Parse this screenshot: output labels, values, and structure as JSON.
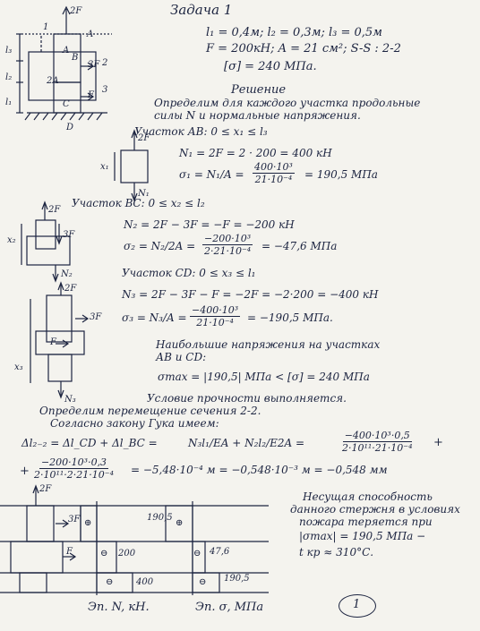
{
  "header": {
    "title": "Задача 1",
    "given_line1": "l₁ = 0,4м; l₂ = 0,3м; l₃ = 0,5м",
    "given_line2": "F = 200кН; A = 21 см²; S-S : 2-2",
    "allowed_stress": "[σ] = 240 МПа."
  },
  "solution": {
    "heading": "Решение",
    "intro1": "Определим для каждого участка продольные",
    "intro2": "силы N и нормальные напряжения.",
    "sec_ab": "Участок АВ: 0 ≤ x₁ ≤ l₃",
    "n1": "N₁ = 2F = 2 · 200 = 400 кН",
    "s1_lhs": "σ₁ = N₁/A =",
    "s1_num": "400·10³",
    "s1_den": "21·10⁻⁴",
    "s1_res": "= 190,5 МПа",
    "sec_bc": "Участок ВС: 0 ≤ x₂ ≤ l₂",
    "n2": "N₂ = 2F − 3F = −F = −200 кН",
    "s2_lhs": "σ₂ = N₂/2A =",
    "s2_num": "−200·10³",
    "s2_den": "2·21·10⁻⁴",
    "s2_res": "= −47,6 МПа",
    "sec_cd": "Участок CD: 0 ≤ x₃ ≤ l₁",
    "n3": "N₃ = 2F − 3F − F = −2F = −2·200 = −400 кН",
    "s3_lhs": "σ₃ = N₃/A =",
    "s3_num": "−400·10³",
    "s3_den": "21·10⁻⁴",
    "s3_res": "= −190,5 МПа.",
    "max1": "Наибольшие напряжения на участках",
    "max2": "АВ и СD:",
    "max3": "σmax = |190,5| МПа < [σ] = 240 МПа",
    "strength": "Условие прочности выполняется.",
    "disp1": "Определим перемещение сечения 2-2.",
    "disp2": "Согласно закону Гука имеем:",
    "dl_lhs": "Δl₂₋₂ = Δl_CD + Δl_BC =",
    "dl_mid": "N₃l₁/EA + N₂l₂/E2A =",
    "dl_num": "−400·10³·0,5",
    "dl_den": "2·10¹¹·21·10⁻⁴",
    "dl2_num": "−200·10³·0,3",
    "dl2_den": "2·10¹¹·2·21·10⁻⁴",
    "dl2_res": "= −5,48·10⁻⁴ м = −0,548·10⁻³ м = −0,548 мм",
    "note1": "Несущая способность",
    "note2": "данного стержня в условиях",
    "note3": "пожара теряется при",
    "note4": "|σmax| = 190,5 МПа −",
    "note5": "t кр ≈ 310°С.",
    "ep_n": "Эп. N, кН.",
    "ep_s": "Эп. σ, МПа",
    "page_no": "1"
  },
  "labels": {
    "f2": "2F",
    "f3": "3F",
    "f1": "F",
    "a": "A",
    "a2": "2A",
    "ptA": "A",
    "ptB": "B",
    "ptC": "C",
    "ptD": "D",
    "sec1": "1",
    "sec2": "2",
    "sec3": "3",
    "l1": "l₁",
    "l2": "l₂",
    "l3": "l₃",
    "x1": "x₁",
    "x2": "x₂",
    "x3": "x₃",
    "N1": "N₁",
    "N2": "N₂",
    "N3": "N₃",
    "ep_400": "400",
    "ep_200": "200",
    "ep_1905": "190,5",
    "ep_476": "47,6",
    "ep_1905b": "190,5",
    "plus": "⊕",
    "minus": "⊖"
  }
}
